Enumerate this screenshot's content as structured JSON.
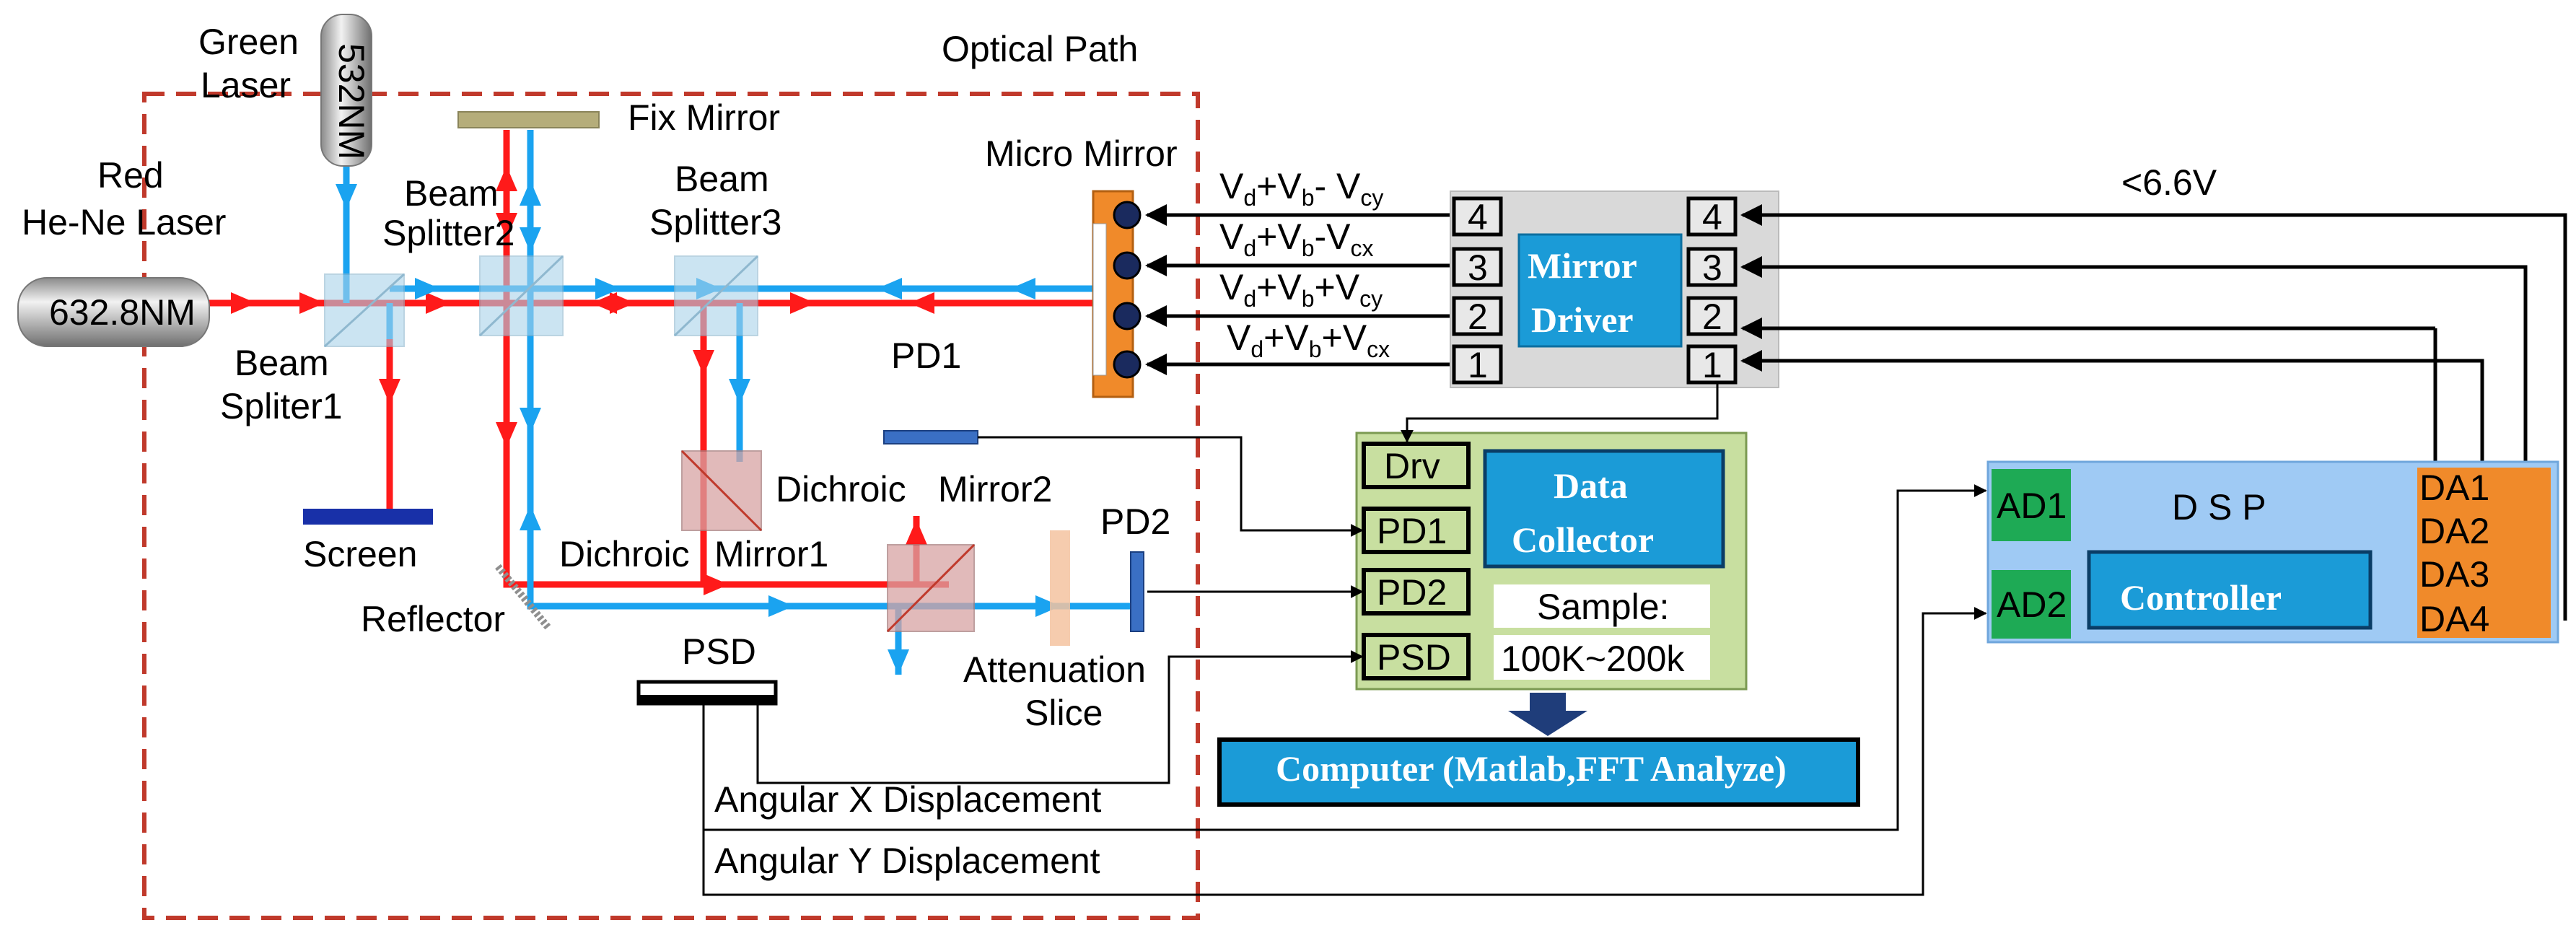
{
  "title": "Optical Path",
  "lasers": {
    "green_label_1": "Green",
    "green_label_2": "Laser",
    "green_wavelength": "532NM",
    "red_label_1": "Red",
    "red_label_2": "He-Ne Laser",
    "red_wavelength": "632.8NM"
  },
  "optics": {
    "bs1_1": "Beam",
    "bs1_2": "Spliter1",
    "bs2_1": "Beam",
    "bs2_2": "Splitter2",
    "bs3_1": "Beam",
    "bs3_2": "Splitter3",
    "fix_mirror": "Fix Mirror",
    "micro_mirror": "Micro Mirror",
    "screen": "Screen",
    "reflector": "Reflector",
    "dichroic1_a": "Dichroic",
    "dichroic1_b": "Mirror1",
    "dichroic2_a": "Dichroic",
    "dichroic2_b": "Mirror2",
    "pd1": "PD1",
    "pd2": "PD2",
    "psd": "PSD",
    "attenuation_1": "Attenuation",
    "attenuation_2": "Slice"
  },
  "voltages": [
    {
      "v1": "V",
      "s1": "d",
      "p1": "+V",
      "s2": "b",
      "p2": "- V",
      "s3": "cy"
    },
    {
      "v1": "V",
      "s1": "d",
      "p1": "+V",
      "s2": "b",
      "p2": "-V",
      "s3": "cx"
    },
    {
      "v1": "V",
      "s1": "d",
      "p1": "+V",
      "s2": "b",
      "p2": "+V",
      "s3": "cy"
    },
    {
      "v1": "V",
      "s1": "d",
      "p1": "+V",
      "s2": "b",
      "p2": "+V",
      "s3": "cx"
    }
  ],
  "mirror_driver": {
    "title_1": "Mirror",
    "title_2": "Driver",
    "left_pins": [
      "4",
      "3",
      "2",
      "1"
    ],
    "right_pins": [
      "4",
      "3",
      "2",
      "1"
    ]
  },
  "voltage_limit": "<6.6V",
  "data_collector": {
    "ports": [
      "Drv",
      "PD1",
      "PD2",
      "PSD"
    ],
    "title_1": "Data",
    "title_2": "Collector",
    "sample_1": "Sample:",
    "sample_2": "100K~200k"
  },
  "computer": "Computer (Matlab,FFT Analyze)",
  "dsp": {
    "title": "D S P",
    "controller": "Controller",
    "ad": [
      "AD1",
      "AD2"
    ],
    "da": [
      "DA1",
      "DA2",
      "DA3",
      "DA4"
    ]
  },
  "signals": {
    "angular_x": "Angular X Displacement",
    "angular_y": "Angular Y Displacement"
  },
  "colors": {
    "red_beam": "#ff1a1a",
    "blue_beam": "#1aa3f0",
    "frame_dash": "#c0392b",
    "module_blue": "#1b9bd7",
    "dsp_bg": "#9fcaf4",
    "collector_bg": "#c8dfa0",
    "green_block": "#1eaa55",
    "orange_block": "#f08a2a"
  }
}
